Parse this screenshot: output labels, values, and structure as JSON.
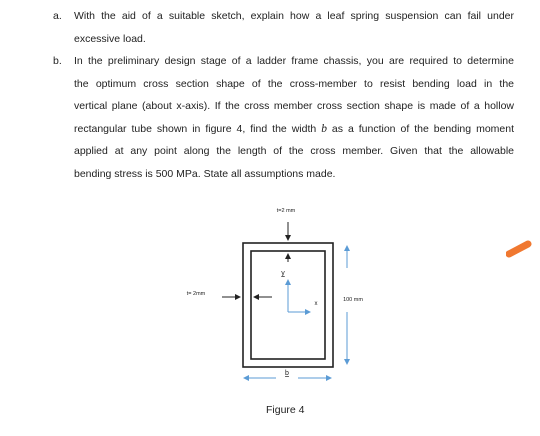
{
  "questions": [
    {
      "marker": "a.",
      "lines": [
        "With the aid of a suitable sketch, explain how a leaf spring suspension can fail under",
        "excessive load."
      ]
    },
    {
      "marker": "b.",
      "lines": [
        "In the preliminary design stage of a ladder frame chassis, you are required to determine",
        "the optimum cross section shape of the cross-member to resist bending load in the",
        "vertical plane (about x-axis). If the cross member cross section shape is made of a hollow",
        "rectangular tube shown in figure 4, find the width ",
        "applied at any point along the length of the cross member. Given that the allowable",
        "bending stress is 500 MPa. State all assumptions made."
      ],
      "line4_symbol": "b",
      "line4_tail": " as a function of the bending moment"
    }
  ],
  "figure": {
    "thickness_top_label": "t=2 mm",
    "thickness_side_label": "t= 2mm",
    "height_label": "100 mm",
    "width_label": "b",
    "y_axis_label": "y",
    "x_axis_label": "x",
    "caption": "Figure 4",
    "dim_arrow_color": "#5b9bd5",
    "marker_color": "#f07830"
  }
}
